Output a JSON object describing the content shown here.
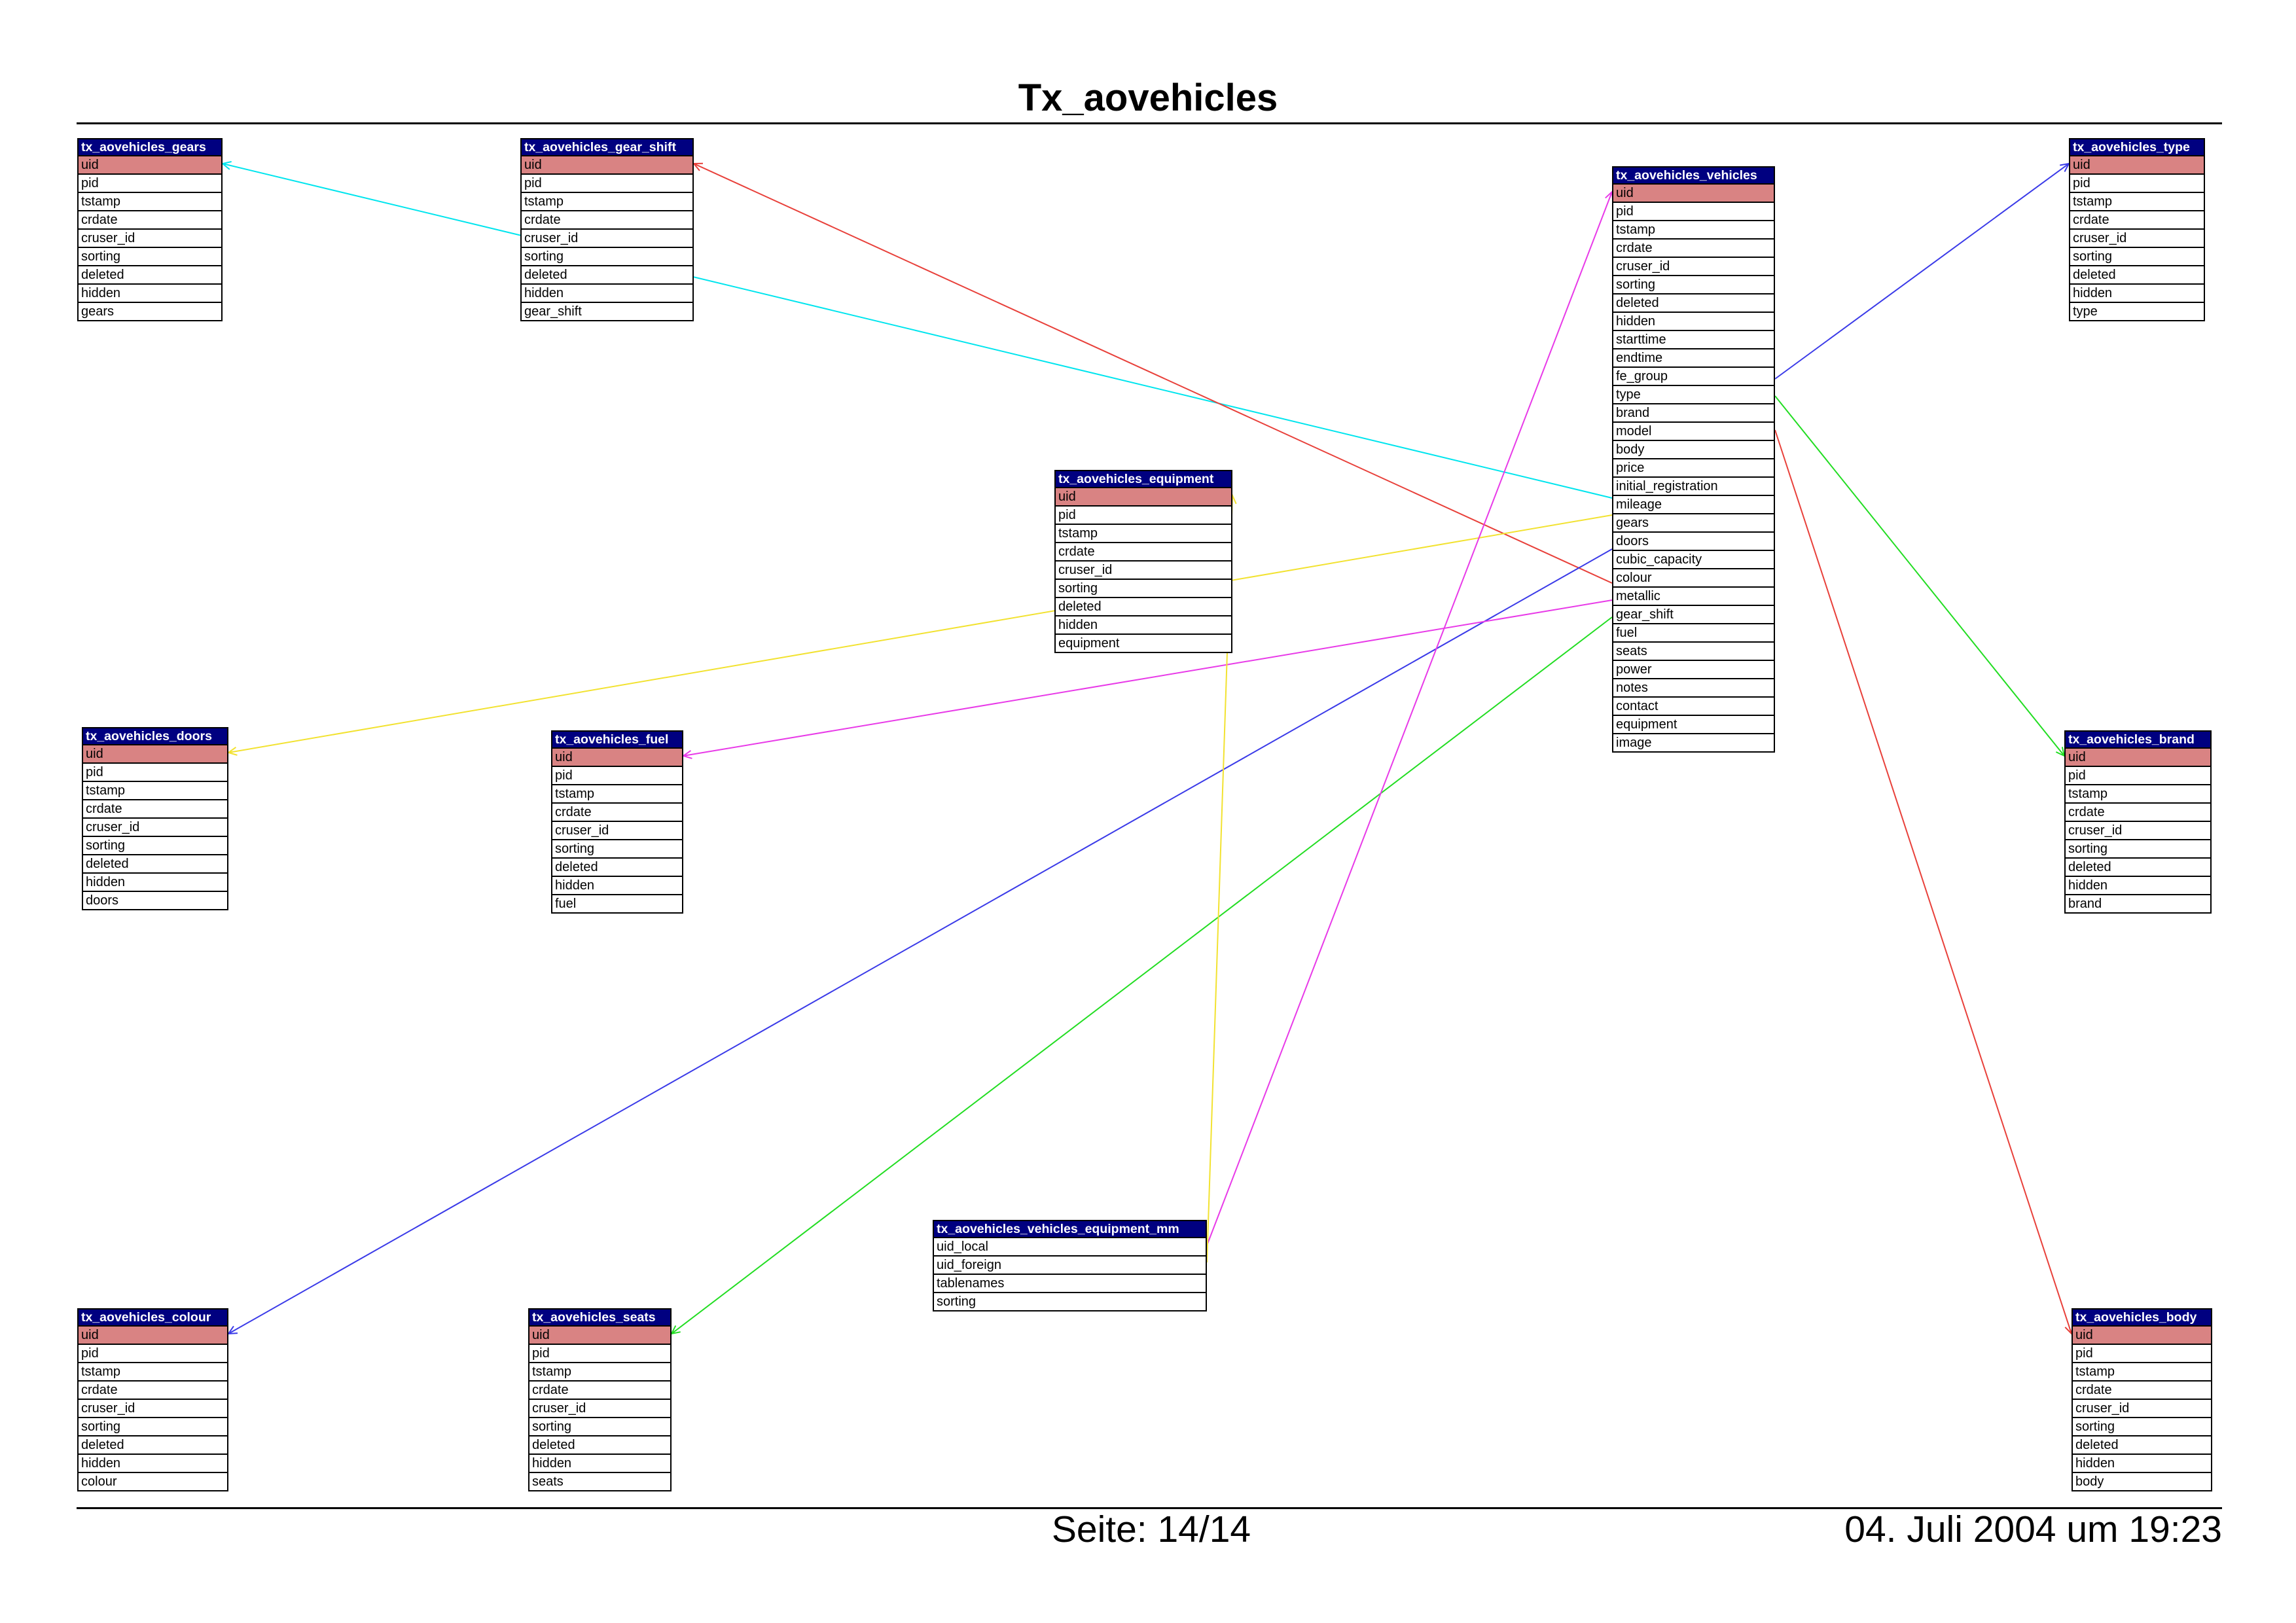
{
  "header": {
    "title": "Tx_aovehicles"
  },
  "footer": {
    "page": "Seite: 14/14",
    "date": "04. Juli 2004 um 19:23"
  },
  "tables": [
    {
      "id": "gears",
      "name": "tx_aovehicles_gears",
      "fields": [
        "uid",
        "pid",
        "tstamp",
        "crdate",
        "cruser_id",
        "sorting",
        "deleted",
        "hidden",
        "gears"
      ],
      "primary_key": [
        "uid"
      ]
    },
    {
      "id": "gear_shift",
      "name": "tx_aovehicles_gear_shift",
      "fields": [
        "uid",
        "pid",
        "tstamp",
        "crdate",
        "cruser_id",
        "sorting",
        "deleted",
        "hidden",
        "gear_shift"
      ],
      "primary_key": [
        "uid"
      ]
    },
    {
      "id": "type",
      "name": "tx_aovehicles_type",
      "fields": [
        "uid",
        "pid",
        "tstamp",
        "crdate",
        "cruser_id",
        "sorting",
        "deleted",
        "hidden",
        "type"
      ],
      "primary_key": [
        "uid"
      ]
    },
    {
      "id": "vehicles",
      "name": "tx_aovehicles_vehicles",
      "fields": [
        "uid",
        "pid",
        "tstamp",
        "crdate",
        "cruser_id",
        "sorting",
        "deleted",
        "hidden",
        "starttime",
        "endtime",
        "fe_group",
        "type",
        "brand",
        "model",
        "body",
        "price",
        "initial_registration",
        "mileage",
        "gears",
        "doors",
        "cubic_capacity",
        "colour",
        "metallic",
        "gear_shift",
        "fuel",
        "seats",
        "power",
        "notes",
        "contact",
        "equipment",
        "image"
      ],
      "primary_key": [
        "uid"
      ]
    },
    {
      "id": "equipment",
      "name": "tx_aovehicles_equipment",
      "fields": [
        "uid",
        "pid",
        "tstamp",
        "crdate",
        "cruser_id",
        "sorting",
        "deleted",
        "hidden",
        "equipment"
      ],
      "primary_key": [
        "uid"
      ]
    },
    {
      "id": "doors",
      "name": "tx_aovehicles_doors",
      "fields": [
        "uid",
        "pid",
        "tstamp",
        "crdate",
        "cruser_id",
        "sorting",
        "deleted",
        "hidden",
        "doors"
      ],
      "primary_key": [
        "uid"
      ]
    },
    {
      "id": "fuel",
      "name": "tx_aovehicles_fuel",
      "fields": [
        "uid",
        "pid",
        "tstamp",
        "crdate",
        "cruser_id",
        "sorting",
        "deleted",
        "hidden",
        "fuel"
      ],
      "primary_key": [
        "uid"
      ]
    },
    {
      "id": "brand",
      "name": "tx_aovehicles_brand",
      "fields": [
        "uid",
        "pid",
        "tstamp",
        "crdate",
        "cruser_id",
        "sorting",
        "deleted",
        "hidden",
        "brand"
      ],
      "primary_key": [
        "uid"
      ]
    },
    {
      "id": "mm",
      "name": "tx_aovehicles_vehicles_equipment_mm",
      "fields": [
        "uid_local",
        "uid_foreign",
        "tablenames",
        "sorting"
      ],
      "primary_key": []
    },
    {
      "id": "colour",
      "name": "tx_aovehicles_colour",
      "fields": [
        "uid",
        "pid",
        "tstamp",
        "crdate",
        "cruser_id",
        "sorting",
        "deleted",
        "hidden",
        "colour"
      ],
      "primary_key": [
        "uid"
      ]
    },
    {
      "id": "seats",
      "name": "tx_aovehicles_seats",
      "fields": [
        "uid",
        "pid",
        "tstamp",
        "crdate",
        "cruser_id",
        "sorting",
        "deleted",
        "hidden",
        "seats"
      ],
      "primary_key": [
        "uid"
      ]
    },
    {
      "id": "body",
      "name": "tx_aovehicles_body",
      "fields": [
        "uid",
        "pid",
        "tstamp",
        "crdate",
        "cruser_id",
        "sorting",
        "deleted",
        "hidden",
        "body"
      ],
      "primary_key": [
        "uid"
      ]
    }
  ],
  "relations": [
    {
      "from": "vehicles.gears",
      "to": "gears.uid",
      "color": "#00e5ee"
    },
    {
      "from": "vehicles.gear_shift",
      "to": "gear_shift.uid",
      "color": "#e8403a"
    },
    {
      "from": "vehicles.type",
      "to": "type.uid",
      "color": "#3a3ae8"
    },
    {
      "from": "vehicles.brand",
      "to": "brand.uid",
      "color": "#22dd22"
    },
    {
      "from": "vehicles.body",
      "to": "body.uid",
      "color": "#e8403a"
    },
    {
      "from": "vehicles.doors",
      "to": "doors.uid",
      "color": "#f2e230"
    },
    {
      "from": "vehicles.colour",
      "to": "colour.uid",
      "color": "#3a3ae8"
    },
    {
      "from": "vehicles.fuel",
      "to": "fuel.uid",
      "color": "#e83ae8"
    },
    {
      "from": "vehicles.seats",
      "to": "seats.uid",
      "color": "#22dd22"
    },
    {
      "from": "mm.uid_local",
      "to": "vehicles.uid",
      "color": "#e83ae8"
    },
    {
      "from": "mm.uid_foreign",
      "to": "equipment.uid",
      "color": "#f2e230"
    }
  ],
  "colors": {
    "header_bg": "#000080",
    "primary_key_bg": "#d98383"
  }
}
